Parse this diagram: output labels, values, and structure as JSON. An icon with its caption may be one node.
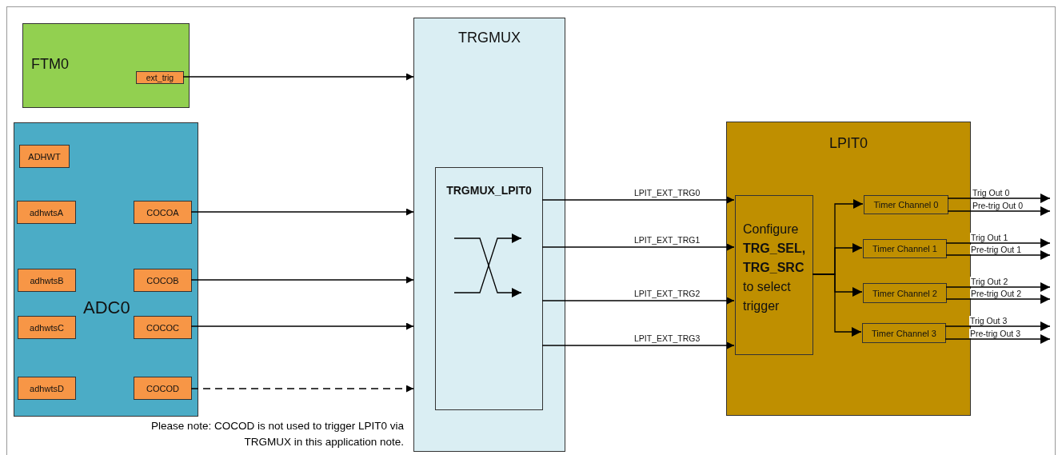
{
  "diagram": {
    "nodes": [
      {
        "text": [
          "FTM0"
        ]
      },
      {
        "text": [
          "ext_trig"
        ],
        "in": 0
      },
      {
        "text": [
          "ADC0"
        ]
      },
      {
        "text": [
          "ADHWT"
        ],
        "in": 2
      },
      {
        "text": [
          "adhwtsA"
        ],
        "in": 2
      },
      {
        "text": [
          "COCOA"
        ],
        "in": 2
      },
      {
        "text": [
          "adhwtsB"
        ],
        "in": 2
      },
      {
        "text": [
          "COCOB"
        ],
        "in": 2
      },
      {
        "text": [
          "adhwtsC"
        ],
        "in": 2
      },
      {
        "text": [
          "COCOC"
        ],
        "in": 2
      },
      {
        "text": [
          "adhwtsD"
        ],
        "in": 2
      },
      {
        "text": [
          "COCOD"
        ],
        "in": 2
      },
      {
        "text": [
          "TRGMUX"
        ]
      },
      {
        "text": [
          "TRGMUX_LPIT0"
        ],
        "in": 12
      },
      {
        "text": [
          "LPIT0"
        ]
      },
      {
        "text": [
          "Configure **TRG_SEL, TRG_SRC** to select trigger"
        ],
        "in": 14
      },
      {
        "text": [
          "Timer Channel 0"
        ],
        "in": 14
      },
      {
        "text": [
          "Timer Channel 1"
        ],
        "in": 14
      },
      {
        "text": [
          "Timer Channel 2"
        ],
        "in": 14
      },
      {
        "text": [
          "Timer Channel 3"
        ],
        "in": 14
      }
    ],
    "edges": [
      {
        "from": 1,
        "to": 12,
        "arrow": "to"
      },
      {
        "from": 5,
        "to": 12,
        "arrow": "to"
      },
      {
        "from": 7,
        "to": 12,
        "arrow": "to"
      },
      {
        "from": 9,
        "to": 12,
        "arrow": "to"
      },
      {
        "from": 11,
        "to": 12,
        "arrow": "to",
        "style": "dashed"
      },
      {
        "from": 13,
        "to": 15,
        "arrow": "to",
        "label": "LPIT_EXT_TRG0"
      },
      {
        "from": 13,
        "to": 15,
        "arrow": "to",
        "label": "LPIT_EXT_TRG1"
      },
      {
        "from": 13,
        "to": 15,
        "arrow": "to",
        "label": "LPIT_EXT_TRG2"
      },
      {
        "from": 13,
        "to": 15,
        "arrow": "to",
        "label": "LPIT_EXT_TRG3"
      },
      {
        "from": 15,
        "to": 16,
        "arrow": "to"
      },
      {
        "from": 15,
        "to": 17,
        "arrow": "to"
      },
      {
        "from": 15,
        "to": 18,
        "arrow": "to"
      },
      {
        "from": 15,
        "to": 19,
        "arrow": "to"
      },
      {
        "from": 16,
        "to": null,
        "arrow": "to",
        "label": "Trig Out 0"
      },
      {
        "from": 16,
        "to": null,
        "arrow": "to",
        "label": "Pre-trig Out 0"
      },
      {
        "from": 17,
        "to": null,
        "arrow": "to",
        "label": "Trig Out 1"
      },
      {
        "from": 17,
        "to": null,
        "arrow": "to",
        "label": "Pre-trig Out 1"
      },
      {
        "from": 18,
        "to": null,
        "arrow": "to",
        "label": "Trig Out 2"
      },
      {
        "from": 18,
        "to": null,
        "arrow": "to",
        "label": "Pre-trig Out 2"
      },
      {
        "from": 19,
        "to": null,
        "arrow": "to",
        "label": "Trig Out 3"
      },
      {
        "from": 19,
        "to": null,
        "arrow": "to",
        "label": "Pre-trig Out 3"
      }
    ],
    "labels": [
      "Please note: COCOD is not used to trigger LPIT0 via TRGMUX in this application note."
    ]
  }
}
